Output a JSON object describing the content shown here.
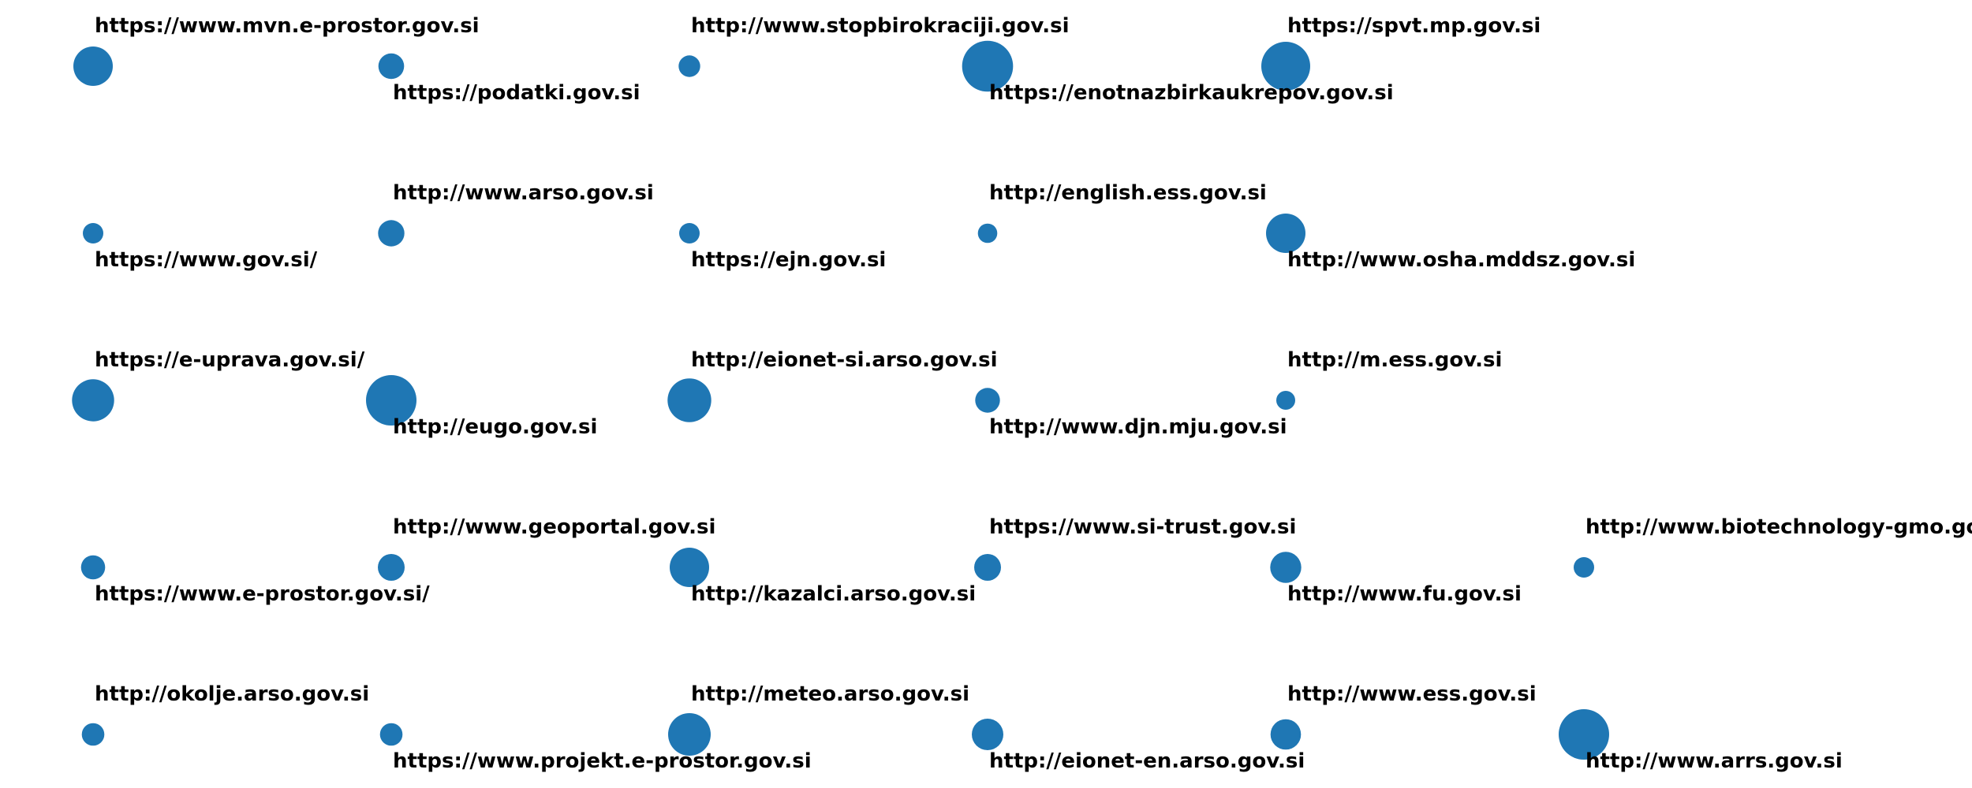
{
  "chart_data": {
    "type": "scatter",
    "title": "",
    "xlabel": "",
    "ylabel": "",
    "grid": false,
    "axes_visible": false,
    "color": "#1f77b4",
    "label_color": "#000000",
    "x_range": [
      0,
      5
    ],
    "y_range": [
      0,
      4
    ],
    "size_range": [
      1,
      10
    ],
    "points": [
      {
        "label": "https://www.mvn.e-prostor.gov.si",
        "col": 0,
        "row": 0,
        "size": 5.8,
        "label_pos": "above"
      },
      {
        "label": "https://podatki.gov.si",
        "col": 1,
        "row": 0,
        "size": 3.2,
        "label_pos": "below"
      },
      {
        "label": "http://www.stopbirokraciji.gov.si",
        "col": 2,
        "row": 0,
        "size": 2.4,
        "label_pos": "above"
      },
      {
        "label": "https://enotnazbirkaukrepov.gov.si",
        "col": 3,
        "row": 0,
        "size": 8.0,
        "label_pos": "below"
      },
      {
        "label": "https://spvt.mp.gov.si",
        "col": 4,
        "row": 0,
        "size": 7.6,
        "label_pos": "above"
      },
      {
        "label": "https://www.gov.si/",
        "col": 0,
        "row": 1,
        "size": 2.2,
        "label_pos": "below"
      },
      {
        "label": "http://www.arso.gov.si",
        "col": 1,
        "row": 1,
        "size": 3.3,
        "label_pos": "above"
      },
      {
        "label": "https://ejn.gov.si",
        "col": 2,
        "row": 1,
        "size": 2.2,
        "label_pos": "below"
      },
      {
        "label": "http://english.ess.gov.si",
        "col": 3,
        "row": 1,
        "size": 2.0,
        "label_pos": "above"
      },
      {
        "label": "http://www.osha.mddsz.gov.si",
        "col": 4,
        "row": 1,
        "size": 5.8,
        "label_pos": "below"
      },
      {
        "label": "https://e-uprava.gov.si/",
        "col": 0,
        "row": 2,
        "size": 6.3,
        "label_pos": "above"
      },
      {
        "label": "http://eugo.gov.si",
        "col": 1,
        "row": 2,
        "size": 7.9,
        "label_pos": "below"
      },
      {
        "label": "http://eionet-si.arso.gov.si",
        "col": 2,
        "row": 2,
        "size": 6.6,
        "label_pos": "above"
      },
      {
        "label": "http://www.djn.mju.gov.si",
        "col": 3,
        "row": 2,
        "size": 3.0,
        "label_pos": "below"
      },
      {
        "label": "http://m.ess.gov.si",
        "col": 4,
        "row": 2,
        "size": 1.9,
        "label_pos": "above"
      },
      {
        "label": "https://www.e-prostor.gov.si/",
        "col": 0,
        "row": 3,
        "size": 2.9,
        "label_pos": "below"
      },
      {
        "label": "http://www.geoportal.gov.si",
        "col": 1,
        "row": 3,
        "size": 3.4,
        "label_pos": "above"
      },
      {
        "label": "http://kazalci.arso.gov.si",
        "col": 2,
        "row": 3,
        "size": 5.8,
        "label_pos": "below"
      },
      {
        "label": "https://www.si-trust.gov.si",
        "col": 3,
        "row": 3,
        "size": 3.4,
        "label_pos": "above"
      },
      {
        "label": "http://www.fu.gov.si",
        "col": 4,
        "row": 3,
        "size": 4.2,
        "label_pos": "below"
      },
      {
        "label": "http://www.biotechnology-gmo.gov.si",
        "col": 5,
        "row": 3,
        "size": 2.2,
        "label_pos": "above"
      },
      {
        "label": "http://okolje.arso.gov.si",
        "col": 0,
        "row": 4,
        "size": 2.6,
        "label_pos": "above"
      },
      {
        "label": "https://www.projekt.e-prostor.gov.si",
        "col": 1,
        "row": 4,
        "size": 2.6,
        "label_pos": "below"
      },
      {
        "label": "http://meteo.arso.gov.si",
        "col": 2,
        "row": 4,
        "size": 6.4,
        "label_pos": "above"
      },
      {
        "label": "http://eionet-en.arso.gov.si",
        "col": 3,
        "row": 4,
        "size": 4.3,
        "label_pos": "below"
      },
      {
        "label": "http://www.ess.gov.si",
        "col": 4,
        "row": 4,
        "size": 4.1,
        "label_pos": "above"
      },
      {
        "label": "http://www.arrs.gov.si",
        "col": 5,
        "row": 4,
        "size": 7.9,
        "label_pos": "below"
      }
    ]
  }
}
